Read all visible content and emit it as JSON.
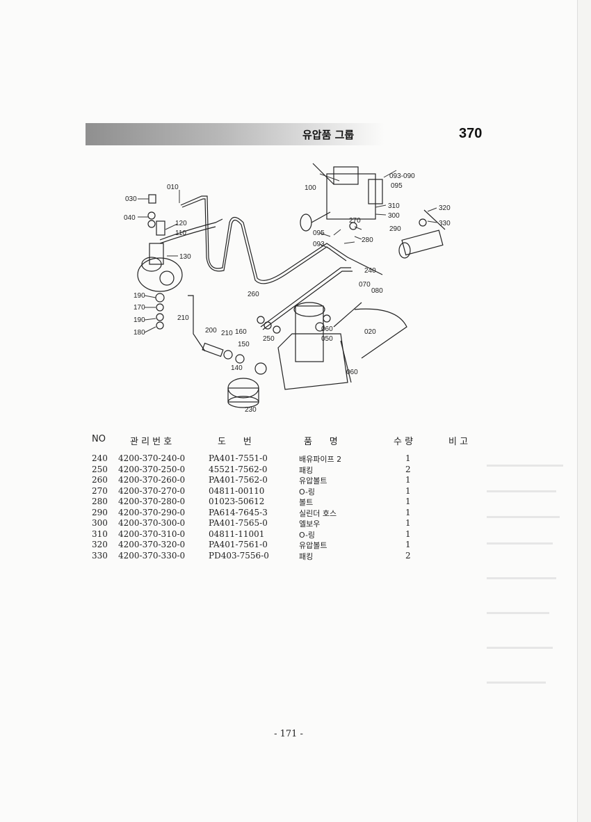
{
  "header": {
    "title": "유압품 그룹",
    "group_number": "370"
  },
  "diagram": {
    "callouts": [
      "010",
      "030",
      "040",
      "120",
      "110",
      "130",
      "190",
      "170",
      "190",
      "180",
      "210",
      "200",
      "210",
      "160",
      "150",
      "140",
      "230",
      "260",
      "250",
      "240",
      "070",
      "080",
      "060",
      "020",
      "050",
      "060",
      "100",
      "093-090",
      "095",
      "310",
      "300",
      "320",
      "330",
      "270",
      "290",
      "095",
      "093",
      "280"
    ]
  },
  "table": {
    "headers": {
      "no": "NO",
      "mgmt": "관 리 번 호",
      "drawing": "도      번",
      "name": "품      명",
      "qty": "수 량",
      "remarks": "비 고"
    },
    "rows": [
      {
        "no": "240",
        "mgmt": "4200-370-240-0",
        "drawing": "PA401-7551-0",
        "name": "배유파이프 2",
        "qty": "1"
      },
      {
        "no": "250",
        "mgmt": "4200-370-250-0",
        "drawing": "45521-7562-0",
        "name": "패킹",
        "qty": "2"
      },
      {
        "no": "260",
        "mgmt": "4200-370-260-0",
        "drawing": "PA401-7562-0",
        "name": "유압볼트",
        "qty": "1"
      },
      {
        "no": "270",
        "mgmt": "4200-370-270-0",
        "drawing": "04811-00110",
        "name": "O-링",
        "qty": "1"
      },
      {
        "no": "280",
        "mgmt": "4200-370-280-0",
        "drawing": "01023-50612",
        "name": "볼트",
        "qty": "1"
      },
      {
        "no": "290",
        "mgmt": "4200-370-290-0",
        "drawing": "PA614-7645-3",
        "name": "실린더 호스",
        "qty": "1"
      },
      {
        "no": "300",
        "mgmt": "4200-370-300-0",
        "drawing": "PA401-7565-0",
        "name": "엘보우",
        "qty": "1"
      },
      {
        "no": "310",
        "mgmt": "4200-370-310-0",
        "drawing": "04811-11001",
        "name": "O-링",
        "qty": "1"
      },
      {
        "no": "320",
        "mgmt": "4200-370-320-0",
        "drawing": "PA401-7561-0",
        "name": "유압볼트",
        "qty": "1"
      },
      {
        "no": "330",
        "mgmt": "4200-370-330-0",
        "drawing": "PD403-7556-0",
        "name": "패킹",
        "qty": "2"
      }
    ]
  },
  "footer": {
    "page_number": "- 171 -"
  }
}
